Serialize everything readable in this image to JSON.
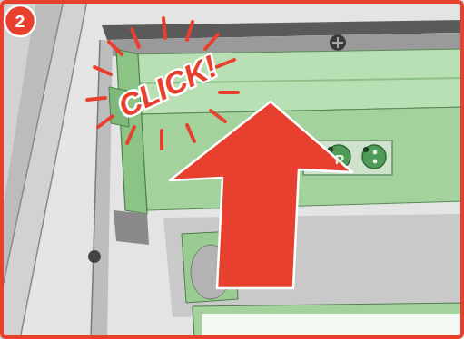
{
  "diagram": {
    "labels": [
      "2",
      "CLICK!",
      "P"
    ]
  }
}
